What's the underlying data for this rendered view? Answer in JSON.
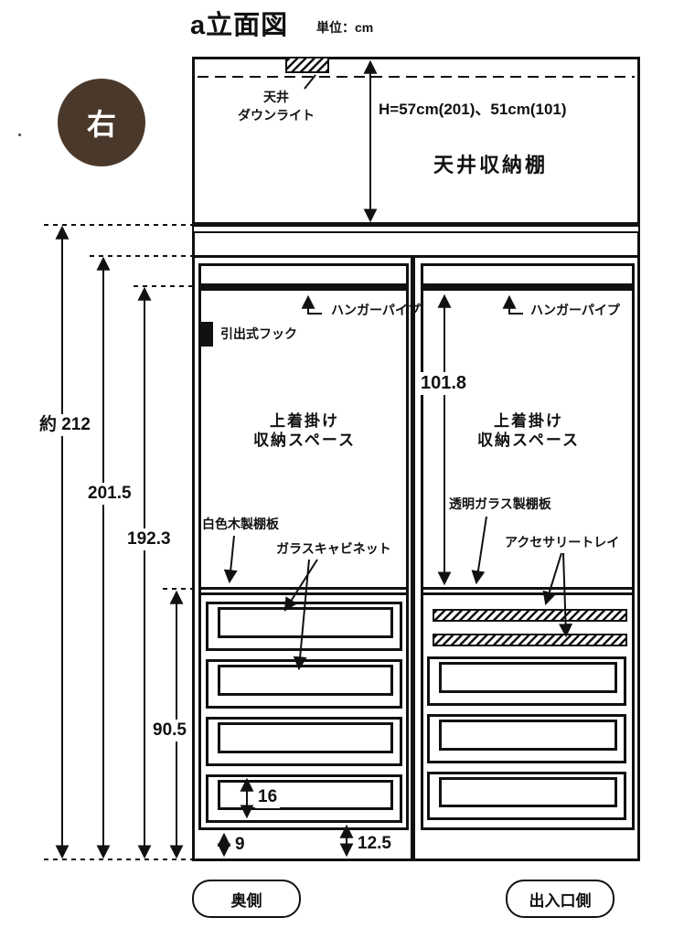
{
  "title": {
    "main": "a立面図",
    "unit": "単位：cm"
  },
  "badge": {
    "label": "右",
    "color": "#4a392b"
  },
  "ceiling": {
    "downlight_line1": "天井",
    "downlight_line2": "ダウンライト",
    "height_dim": "H=57cm(201)、51cm(101)",
    "name": "天井収納棚"
  },
  "left": {
    "hanger_pipe": "ハンガーパイプ",
    "hook": "引出式フック",
    "space_line1": "上着掛け",
    "space_line2": "収納スペース",
    "shelf": "白色木製棚板",
    "cabinet": "ガラスキャビネット",
    "drawer_height": "16",
    "base_height": "9",
    "bottom_clearance": "12.5"
  },
  "right": {
    "hanger_pipe": "ハンガーパイプ",
    "space_line1": "上着掛け",
    "space_line2": "収納スペース",
    "inner_height": "101.8",
    "shelf": "透明ガラス製棚板",
    "tray": "アクセサリートレイ"
  },
  "dims": {
    "total": "約 212",
    "upper": "201.5",
    "hanger_level": "192.3",
    "lower": "90.5"
  },
  "footer": {
    "back_side": "奥側",
    "entrance_side": "出入口側"
  }
}
